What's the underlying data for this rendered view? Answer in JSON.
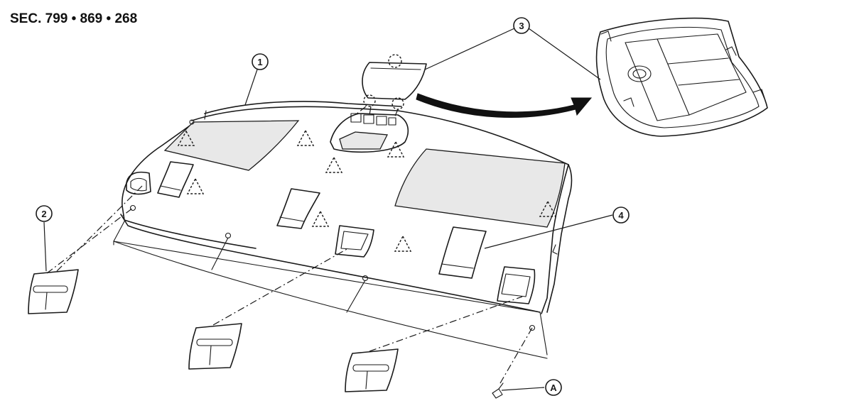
{
  "section_label": "SEC. 799 • 869 • 268",
  "callouts": {
    "c1": "1",
    "c2": "2",
    "c3": "3",
    "c4": "4",
    "cA": "A"
  },
  "icons": {
    "location_marker": "triangle-marker-icon",
    "direction_arrow": "curved-arrow-icon"
  }
}
